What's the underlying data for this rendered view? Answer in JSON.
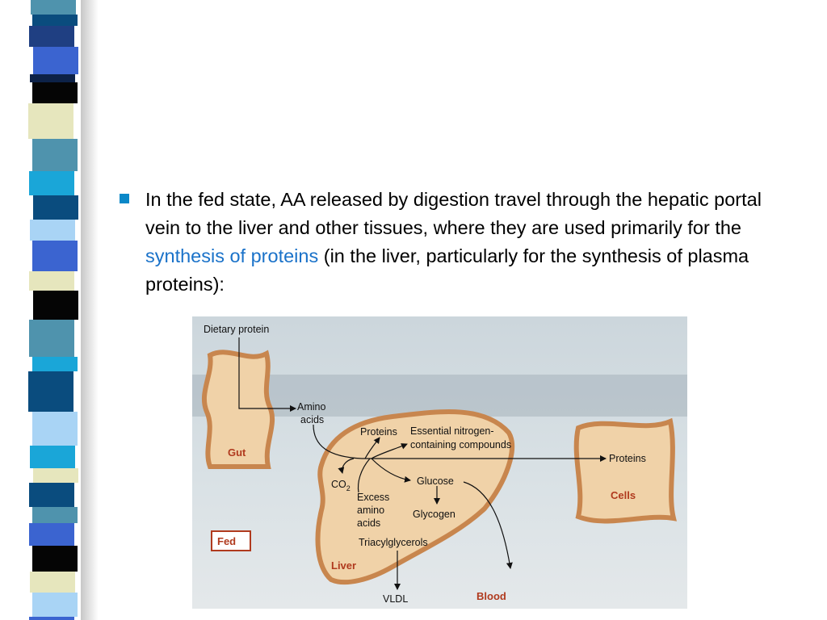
{
  "slide": {
    "bullet_text_part1": "In the fed state, AA released by digestion travel through the hepatic portal vein to the liver and other tissues, where they are used primarily for the ",
    "bullet_highlight": "synthesis of proteins",
    "bullet_text_part2": " (in the liver, particularly for the synthesis of plasma proteins):",
    "highlight_color": "#1a72c9",
    "bullet_color": "#0a88c8"
  },
  "diagram": {
    "labels": {
      "dietary_protein": "Dietary protein",
      "amino": "Amino",
      "acids": "acids",
      "proteins_liver": "Proteins",
      "essential_1": "Essential nitrogen-",
      "essential_2": "containing compounds",
      "proteins_cells": "Proteins",
      "glucose": "Glucose",
      "co2": "CO",
      "co2_sub": "2",
      "excess_1": "Excess",
      "excess_2": "amino",
      "excess_3": "acids",
      "glycogen": "Glycogen",
      "triacylglycerols": "Triacylglycerols",
      "vldl": "VLDL"
    },
    "regions": {
      "gut": "Gut",
      "cells": "Cells",
      "liver": "Liver",
      "blood": "Blood",
      "fed": "Fed"
    },
    "colors": {
      "organ_fill": "#f0d2a8",
      "organ_border": "#c8864e",
      "region_label": "#b03a1e"
    }
  }
}
